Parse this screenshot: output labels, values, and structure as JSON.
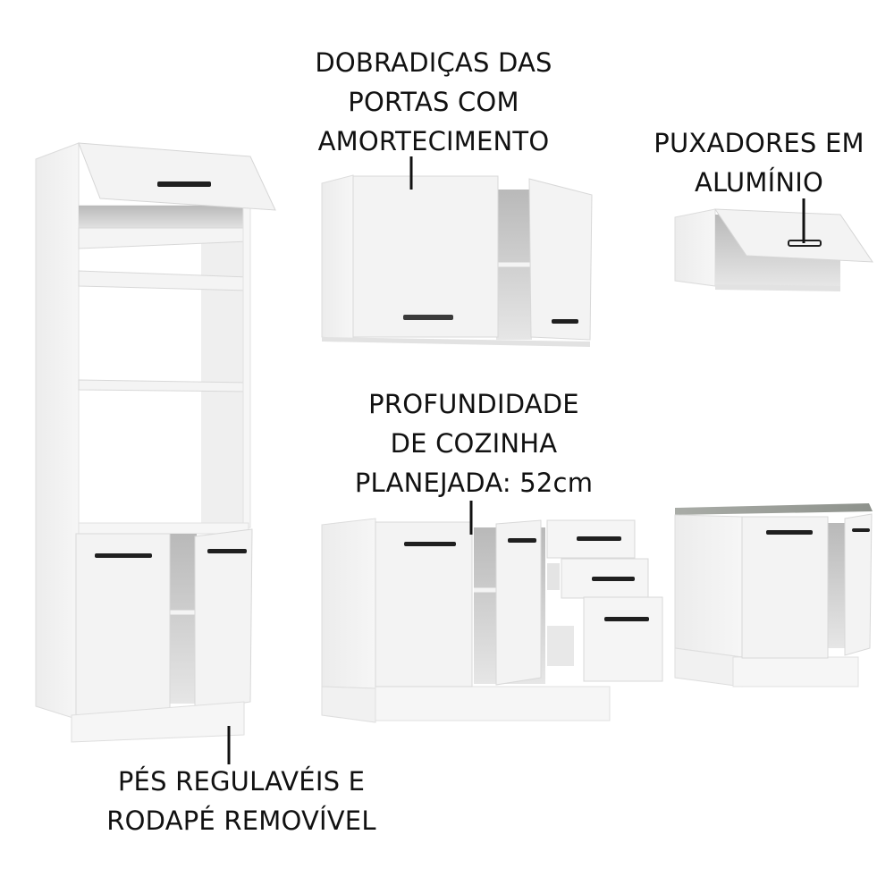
{
  "callouts": {
    "hinges": {
      "lines": [
        "DOBRADIÇAS DAS",
        "PORTAS COM",
        "AMORTECIMENTO"
      ]
    },
    "handles": {
      "lines": [
        "PUXADORES EM",
        "ALUMÍNIO"
      ]
    },
    "depth": {
      "lines": [
        "PROFUNDIDADE",
        "DE COZINHA",
        "PLANEJADA: 52cm"
      ]
    },
    "feet": {
      "lines": [
        "PÉS REGULAVÉIS E",
        "RODAPÉ REMOVÍVEL"
      ]
    }
  },
  "products": [
    {
      "name": "tall-oven-tower",
      "finish": "white",
      "doors": 3,
      "shelves": 3
    },
    {
      "name": "wall-cabinet-2-doors",
      "finish": "white",
      "doors": 2
    },
    {
      "name": "wall-cabinet-flip-up",
      "finish": "white",
      "doors": 1
    },
    {
      "name": "base-cabinet-2-doors-3-drawers",
      "finish": "white",
      "doors": 2,
      "drawers": 3
    },
    {
      "name": "base-cabinet-2-doors-countertop",
      "finish": "white",
      "doors": 2,
      "countertop": "grey stone"
    }
  ],
  "colors": {
    "panel": "#f2f2f2",
    "panel_side": "#e4e4e4",
    "interior": "#c9c9c9",
    "handle": "#1f1f1f",
    "countertop": "#9a9e98",
    "text": "#111111"
  }
}
